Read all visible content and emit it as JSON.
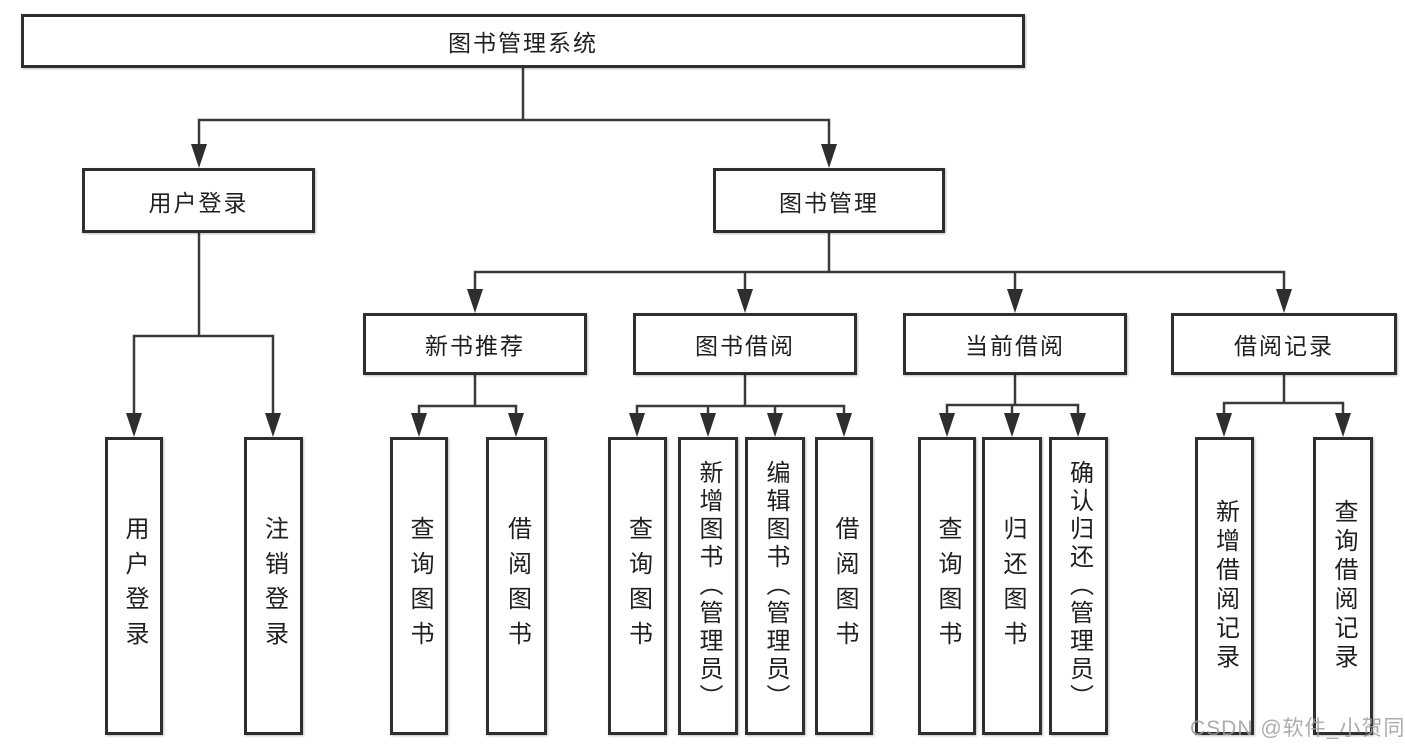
{
  "diagram": {
    "title": "图书管理系统",
    "type": "hierarchy-tree",
    "colors": {
      "background": "#ffffff",
      "box_border": "#2e2e2e",
      "connector_line": "#3a3a3a",
      "text": "#1f1f1f",
      "watermark_text": "#9e9e9e"
    },
    "tree": {
      "root": "图书管理系统",
      "children": [
        {
          "label": "用户登录",
          "children": [
            "用户登录",
            "注销登录"
          ]
        },
        {
          "label": "图书管理",
          "children": [
            {
              "label": "新书推荐",
              "children": [
                "查询图书",
                "借阅图书"
              ]
            },
            {
              "label": "图书借阅",
              "children": [
                "查询图书",
                "新增图书（管理员）",
                "编辑图书（管理员）",
                "借阅图书"
              ]
            },
            {
              "label": "当前借阅",
              "children": [
                "查询图书",
                "归还图书",
                "确认归还（管理员）"
              ]
            },
            {
              "label": "借阅记录",
              "children": [
                "新增借阅记录",
                "查询借阅记录"
              ]
            }
          ]
        }
      ]
    },
    "watermark": {
      "text": "CSDN @软件_小贺同学"
    }
  }
}
